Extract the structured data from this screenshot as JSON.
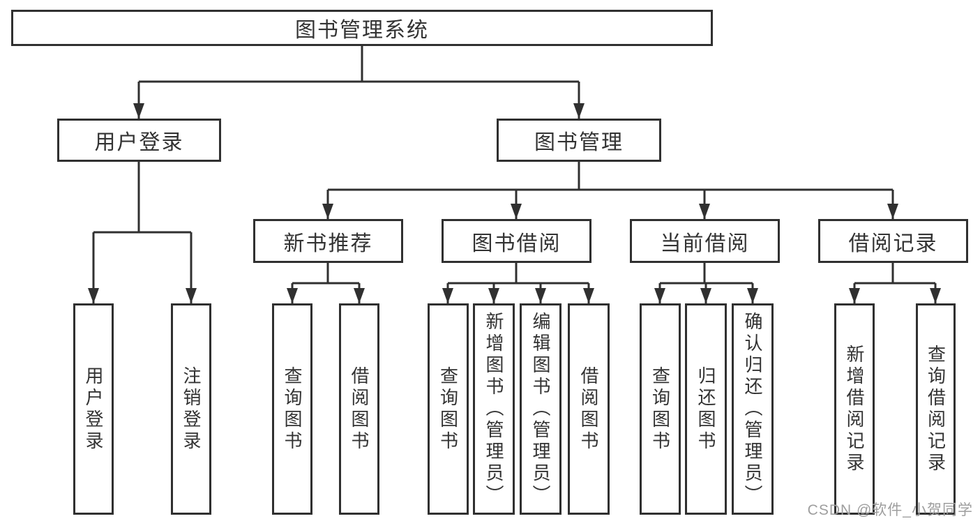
{
  "diagram_type": "functional-structure-tree",
  "colors": {
    "line": "#303030",
    "box_border": "#303030",
    "text": "#333333",
    "watermark": "#9e9e9e",
    "background": "#ffffff"
  },
  "tree": {
    "root": {
      "label": "图书管理系统"
    },
    "children": [
      {
        "label": "用户登录",
        "children": [
          {
            "label": "用户登录"
          },
          {
            "label": "注销登录"
          }
        ]
      },
      {
        "label": "图书管理",
        "children": [
          {
            "label": "新书推荐",
            "children": [
              {
                "label": "查询图书"
              },
              {
                "label": "借阅图书"
              }
            ]
          },
          {
            "label": "图书借阅",
            "children": [
              {
                "label": "查询图书"
              },
              {
                "label": "新增图书（管理员）"
              },
              {
                "label": "编辑图书（管理员）"
              },
              {
                "label": "借阅图书"
              }
            ]
          },
          {
            "label": "当前借阅",
            "children": [
              {
                "label": "查询图书"
              },
              {
                "label": "归还图书"
              },
              {
                "label": "确认归还（管理员）"
              }
            ]
          },
          {
            "label": "借阅记录",
            "children": [
              {
                "label": "新增借阅记录"
              },
              {
                "label": "查询借阅记录"
              }
            ]
          }
        ]
      }
    ]
  },
  "watermark": {
    "text": "CSDN @软件_小贺同学"
  }
}
